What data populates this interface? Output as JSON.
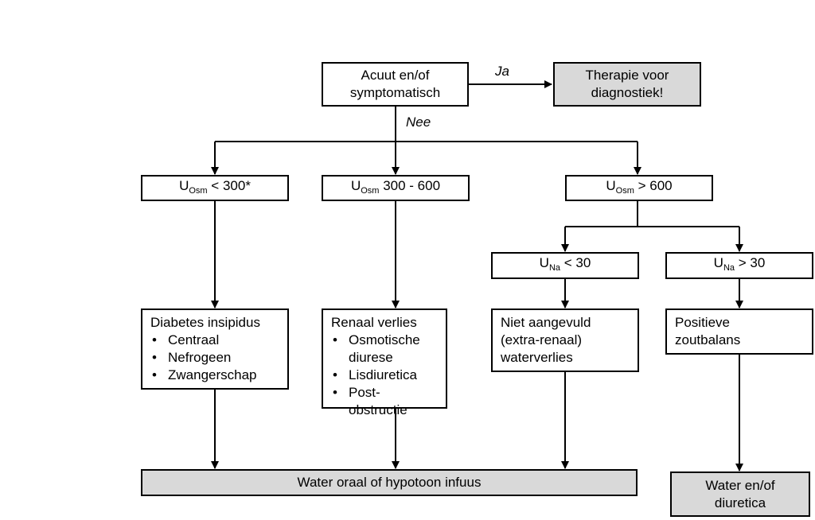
{
  "start": {
    "line1": "Acuut en/of",
    "line2": "symptomatisch"
  },
  "therapy": {
    "line1": "Therapie voor",
    "line2": "diagnostiek!"
  },
  "labels": {
    "yes": "Ja",
    "no": "Nee"
  },
  "osm_low": {
    "u": "U",
    "sub": "Osm",
    "rest": " < 300*"
  },
  "osm_mid": {
    "u": "U",
    "sub": "Osm",
    "rest": " 300 - 600"
  },
  "osm_high": {
    "u": "U",
    "sub": "Osm",
    "rest": " > 600"
  },
  "na_low": {
    "u": "U",
    "sub": "Na",
    "rest": " < 30"
  },
  "na_high": {
    "u": "U",
    "sub": "Na",
    "rest": " > 30"
  },
  "diabetes": {
    "title": "Diabetes insipidus",
    "items": [
      "Centraal",
      "Nefrogeen",
      "Zwangerschap"
    ]
  },
  "renal": {
    "title": "Renaal verlies",
    "items": [
      "Osmotische diurese",
      "Lisdiuretica",
      "Post-obstructie"
    ]
  },
  "water_loss": {
    "lines": [
      "Niet aangevuld",
      "(extra-renaal)",
      "waterverlies"
    ]
  },
  "salt": {
    "lines": [
      "Positieve",
      "zoutbalans"
    ]
  },
  "water_oral": "Water oraal of hypotoon infuus",
  "water_diuretics": {
    "line1": "Water en/of",
    "line2": "diuretica"
  }
}
